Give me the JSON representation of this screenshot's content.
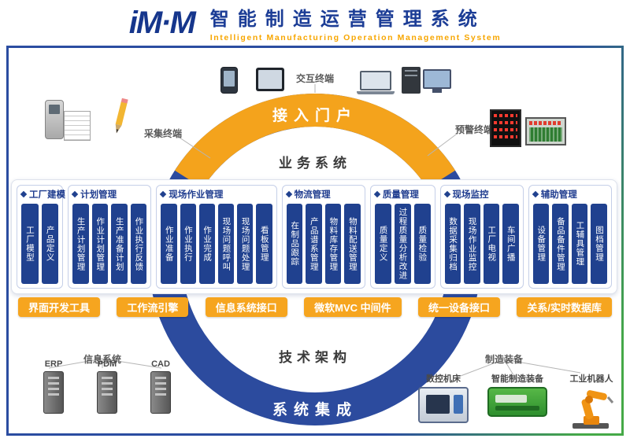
{
  "header": {
    "logo": "iM·M",
    "title": "智能制造运营管理系统",
    "subtitle": "Intelligent Manufacturing Operation Management System"
  },
  "portal": {
    "top_arc": "接入门户",
    "business": "业务系统",
    "tech": "技术架构",
    "bottom_arc": "系统集成"
  },
  "terminals": {
    "collect": "采集终端",
    "interact": "交互终端",
    "alert": "预警终端"
  },
  "module_groups": [
    {
      "title": "工厂建模",
      "items": [
        "工厂模型",
        "产品定义"
      ]
    },
    {
      "title": "计划管理",
      "items": [
        "生产计划管理",
        "作业计划管理",
        "生产准备计划",
        "作业执行反馈"
      ]
    },
    {
      "title": "现场作业管理",
      "items": [
        "作业准备",
        "作业执行",
        "作业完成",
        "现场问题呼叫",
        "现场问题处理",
        "看板管理"
      ]
    },
    {
      "title": "物流管理",
      "items": [
        "在制品跟踪",
        "产品谱系管理",
        "物料库存管理",
        "物料配送管理"
      ]
    },
    {
      "title": "质量管理",
      "items": [
        "质量定义",
        "过程质量分析改进",
        "质量检验"
      ]
    },
    {
      "title": "现场监控",
      "items": [
        "数据采集归档",
        "现场作业监控",
        "工厂电视",
        "车间广播"
      ]
    },
    {
      "title": "辅助管理",
      "items": [
        "设备管理",
        "备品备件管理",
        "工辅具管理",
        "图档管理"
      ]
    }
  ],
  "middleware": [
    "界面开发工具",
    "工作流引擎",
    "信息系统接口",
    "微软MVC 中间件",
    "统一设备接口",
    "关系/实时数据库"
  ],
  "info_systems": {
    "label": "信息系统",
    "items": [
      "ERP",
      "PDM",
      "CAD"
    ]
  },
  "equipment": {
    "label": "制造装备",
    "items": [
      "数控机床",
      "智能制造装备",
      "工业机器人"
    ]
  },
  "colors": {
    "primary_blue": "#1C3D96",
    "ring_blue": "#2C4B9E",
    "orange": "#F4A31C",
    "bar_navy": "#20418F",
    "border_green": "#45A947"
  }
}
